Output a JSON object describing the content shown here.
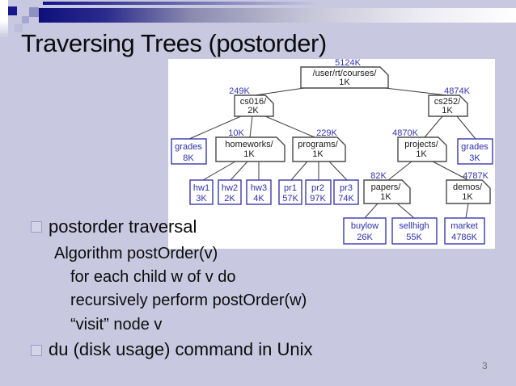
{
  "slide": {
    "title": "Traversing Trees (postorder)",
    "page_number": "3"
  },
  "bullets": {
    "bullet1": "postorder traversal",
    "algo_title": "Algorithm postOrder(v)",
    "algo_step1": "for each child w of v do",
    "algo_step2": "recursively perform postOrder(w)",
    "algo_step3": "“visit” node v",
    "bullet2": "du (disk usage) command in Unix"
  },
  "tree": {
    "description": "file system tree with disk usage (du) labels",
    "nodes": {
      "root": {
        "name": "/user/rt/courses/",
        "size": "1K",
        "du": "5124K"
      },
      "cs016": {
        "name": "cs016/",
        "size": "2K",
        "du": "249K"
      },
      "cs252": {
        "name": "cs252/",
        "size": "1K",
        "du": "4874K"
      },
      "grades_left": {
        "name": "grades",
        "size": "8K"
      },
      "homeworks": {
        "name": "homeworks/",
        "size": "1K",
        "du": "10K"
      },
      "programs": {
        "name": "programs/",
        "size": "1K",
        "du": "229K"
      },
      "projects": {
        "name": "projects/",
        "size": "1K",
        "du": "4870K"
      },
      "grades_right": {
        "name": "grades",
        "size": "3K"
      },
      "hw1": {
        "name": "hw1",
        "size": "3K"
      },
      "hw2": {
        "name": "hw2",
        "size": "2K"
      },
      "hw3": {
        "name": "hw3",
        "size": "4K"
      },
      "pr1": {
        "name": "pr1",
        "size": "57K"
      },
      "pr2": {
        "name": "pr2",
        "size": "97K"
      },
      "pr3": {
        "name": "pr3",
        "size": "74K"
      },
      "papers": {
        "name": "papers/",
        "size": "1K",
        "du": "82K"
      },
      "demos": {
        "name": "demos/",
        "size": "1K",
        "du": "4787K"
      },
      "buylow": {
        "name": "buylow",
        "size": "26K"
      },
      "sellhigh": {
        "name": "sellhigh",
        "size": "55K"
      },
      "market": {
        "name": "market",
        "size": "4786K"
      }
    }
  },
  "colors": {
    "background": "#c8c8e0",
    "accent_navy": "#0f0f7c",
    "leaf_blue": "#3333ae",
    "du_label_blue": "#3434b4"
  }
}
